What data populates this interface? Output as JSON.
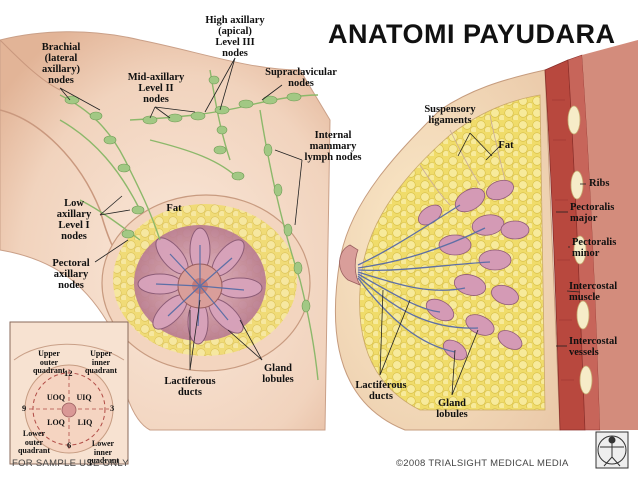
{
  "title": "ANATOMI PAYUDARA",
  "credit": "©2008 TRIALSIGHT MEDICAL MEDIA",
  "watermark": "FOR SAMPLE USE ONLY",
  "labels": {
    "brachial": "Brachial\n(lateral\naxillary)\nnodes",
    "high_axillary": "High axillary\n(apical)\nLevel III\nnodes",
    "mid_axillary": "Mid-axillary\nLevel II\nnodes",
    "supraclavicular": "Supraclavicular\nnodes",
    "internal_mammary": "Internal\nmammary\nlymph nodes",
    "low_axillary": "Low\naxillary\nLevel I\nnodes",
    "fat_front": "Fat",
    "pectoral_axillary": "Pectoral\naxillary\nnodes",
    "lactiferous_front": "Lactiferous\nducts",
    "gland_front": "Gland\nlobules",
    "suspensory": "Suspensory\nligaments",
    "fat_side": "Fat",
    "ribs": "Ribs",
    "pectoralis_major": "Pectoralis\nmajor",
    "pectoralis_minor": "Pectoralis\nminor",
    "intercostal_muscle": "Intercostal\nmuscle",
    "intercostal_vessels": "Intercostal\nvessels",
    "lactiferous_side": "Lactiferous\nducts",
    "gland_side": "Gland\nlobules"
  },
  "inset": {
    "upper_outer": "Upper\nouter\nquadrant",
    "upper_inner": "Upper\ninner\nquadrant",
    "lower_outer": "Lower\nouter\nquadrant",
    "lower_inner": "Lower\ninner\nquadrant",
    "uoq": "UOQ",
    "uiq": "UIQ",
    "loq": "LOQ",
    "liq": "LIQ",
    "clock_12": "12",
    "clock_3": "3",
    "clock_6": "6",
    "clock_9": "9"
  },
  "colors": {
    "skin": "#f4d9c4",
    "skin_shadow": "#e6b89c",
    "fat": "#f2e07a",
    "lymph": "#9cc27a",
    "gland": "#c98aa8",
    "duct": "#6f7fb3",
    "muscle": "#b8483e",
    "rib": "#f6ecc8"
  },
  "icons": {
    "logo": "vitruvian-figure-icon"
  }
}
